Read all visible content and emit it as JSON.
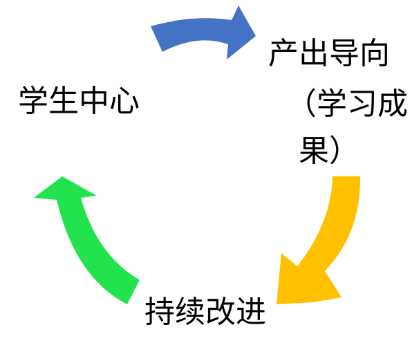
{
  "nodes": {
    "student_centered": "学生中心",
    "outcome_line1": "产出导向",
    "outcome_line2": "（学习成",
    "outcome_line3": "果）",
    "continuous_improvement": "持续改进"
  },
  "colors": {
    "arrow_blue": "#4472C4",
    "arrow_yellow": "#FFC000",
    "arrow_green": "#22E34E",
    "text": "#000000",
    "background": "#FFFFFF"
  }
}
